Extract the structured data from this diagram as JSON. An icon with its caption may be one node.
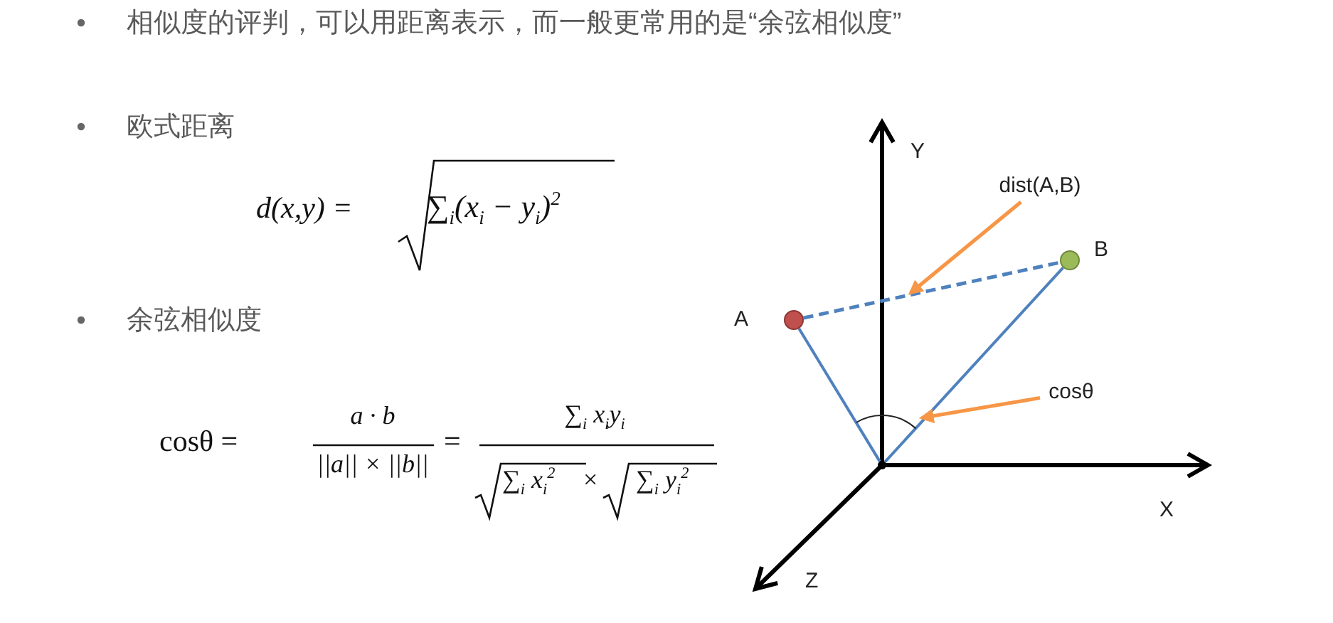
{
  "diagram": {
    "nodes": [
      {
        "text": [],
        "shape": "circle",
        "beside": [
          "A"
        ]
      },
      {
        "text": [],
        "shape": "circle",
        "beside": [
          "B"
        ]
      },
      {
        "text": [],
        "shape": "point"
      },
      {
        "text": [
          "dist(A,B)"
        ]
      },
      {
        "text": [
          "cosθ"
        ]
      },
      {
        "text": [],
        "shape": "arc"
      }
    ],
    "edges": [
      {
        "from": 0,
        "to": 1,
        "arrow": "none",
        "style": "dashed"
      },
      {
        "from": 2,
        "to": 0,
        "arrow": "none"
      },
      {
        "from": 2,
        "to": 1,
        "arrow": "none"
      },
      {
        "from": 3,
        "to": null,
        "arrow": "to",
        "color": "#f79646"
      },
      {
        "from": 4,
        "to": 5,
        "arrow": "to",
        "color": "#f79646"
      }
    ],
    "labels": [
      "相似度的评判，可以用距离表示，而一般更常用的是“余弦相似度”",
      "欧式距离",
      "d(x,y) =",
      "∑$_{i}$(x$_{i}$ − y$_{i}$)$^{2}$",
      "余弦相似度",
      "cosθ =",
      "a · b",
      "||a|| × ||b||",
      "=",
      "∑$_{i}$ x$_{i}$y$_{i}$",
      "∑$_{i}$ x$_{i}$$^{2}$",
      "×",
      "∑$_{i}$ y$_{i}$$^{2}$",
      "Y",
      "X",
      "Z"
    ]
  }
}
